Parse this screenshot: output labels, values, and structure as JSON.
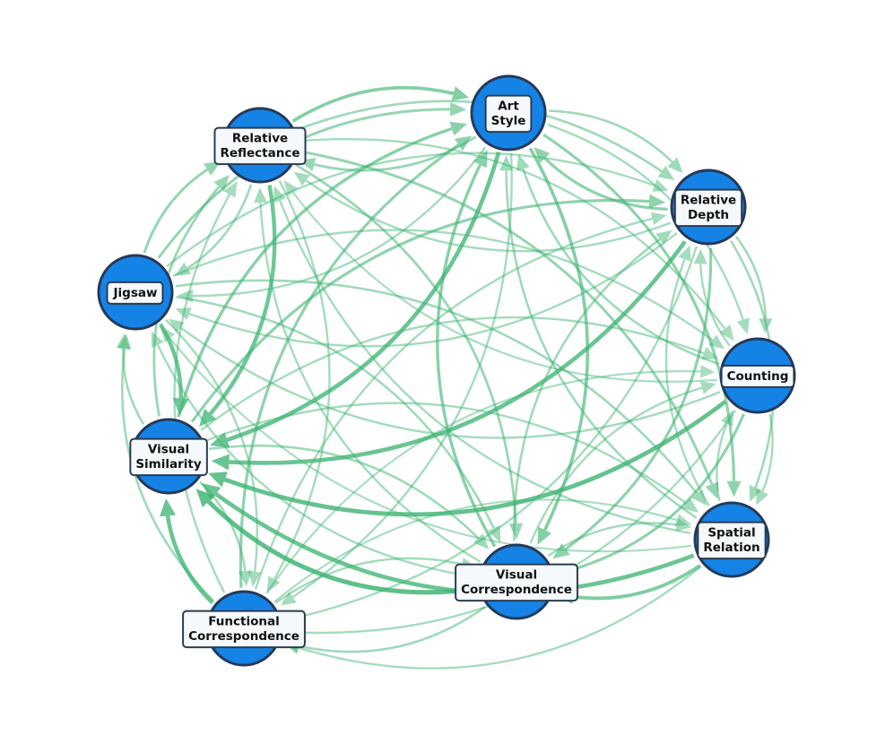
{
  "colors": {
    "edge": "#3cb371",
    "node_fill": "#1583e6",
    "node_stroke": "#243a58",
    "label_fill": "#f5f9fc",
    "label_stroke": "#2a3c52",
    "label_text": "#111111"
  },
  "diagram": {
    "nodes": [
      {
        "id": "art_style",
        "lines": [
          "Art",
          "Style"
        ]
      },
      {
        "id": "relative_reflectance",
        "lines": [
          "Relative",
          "Reflectance"
        ]
      },
      {
        "id": "relative_depth",
        "lines": [
          "Relative",
          "Depth"
        ]
      },
      {
        "id": "jigsaw",
        "lines": [
          "Jigsaw"
        ]
      },
      {
        "id": "counting",
        "lines": [
          "Counting"
        ]
      },
      {
        "id": "visual_similarity",
        "lines": [
          "Visual",
          "Similarity"
        ]
      },
      {
        "id": "spatial_relation",
        "lines": [
          "Spatial",
          "Relation"
        ]
      },
      {
        "id": "visual_correspondence",
        "lines": [
          "Visual",
          "Correspondence"
        ]
      },
      {
        "id": "functional_correspondence",
        "lines": [
          "Functional",
          "Correspondence"
        ]
      }
    ],
    "edges": [
      {
        "source": "art_style",
        "target": "relative_reflectance",
        "weight": 0.4
      },
      {
        "source": "art_style",
        "target": "relative_depth",
        "weight": 0.35
      },
      {
        "source": "art_style",
        "target": "jigsaw",
        "weight": 0.3
      },
      {
        "source": "art_style",
        "target": "counting",
        "weight": 0.3
      },
      {
        "source": "art_style",
        "target": "visual_similarity",
        "weight": 0.85
      },
      {
        "source": "art_style",
        "target": "spatial_relation",
        "weight": 0.5
      },
      {
        "source": "art_style",
        "target": "visual_correspondence",
        "weight": 0.6
      },
      {
        "source": "art_style",
        "target": "functional_correspondence",
        "weight": 0.3
      },
      {
        "source": "relative_reflectance",
        "target": "art_style",
        "weight": 0.6
      },
      {
        "source": "relative_reflectance",
        "target": "relative_depth",
        "weight": 0.35
      },
      {
        "source": "relative_reflectance",
        "target": "jigsaw",
        "weight": 0.35
      },
      {
        "source": "relative_reflectance",
        "target": "counting",
        "weight": 0.3
      },
      {
        "source": "relative_reflectance",
        "target": "visual_similarity",
        "weight": 0.8
      },
      {
        "source": "relative_reflectance",
        "target": "spatial_relation",
        "weight": 0.45
      },
      {
        "source": "relative_reflectance",
        "target": "visual_correspondence",
        "weight": 0.4
      },
      {
        "source": "relative_reflectance",
        "target": "functional_correspondence",
        "weight": 0.3
      },
      {
        "source": "relative_depth",
        "target": "art_style",
        "weight": 0.5
      },
      {
        "source": "relative_depth",
        "target": "relative_reflectance",
        "weight": 0.3
      },
      {
        "source": "relative_depth",
        "target": "jigsaw",
        "weight": 0.3
      },
      {
        "source": "relative_depth",
        "target": "counting",
        "weight": 0.35
      },
      {
        "source": "relative_depth",
        "target": "visual_similarity",
        "weight": 0.85
      },
      {
        "source": "relative_depth",
        "target": "spatial_relation",
        "weight": 0.35
      },
      {
        "source": "relative_depth",
        "target": "visual_correspondence",
        "weight": 0.5
      },
      {
        "source": "relative_depth",
        "target": "functional_correspondence",
        "weight": 0.3
      },
      {
        "source": "jigsaw",
        "target": "art_style",
        "weight": 0.45
      },
      {
        "source": "jigsaw",
        "target": "relative_reflectance",
        "weight": 0.45
      },
      {
        "source": "jigsaw",
        "target": "relative_depth",
        "weight": 0.3
      },
      {
        "source": "jigsaw",
        "target": "counting",
        "weight": 0.3
      },
      {
        "source": "jigsaw",
        "target": "visual_similarity",
        "weight": 0.8
      },
      {
        "source": "jigsaw",
        "target": "spatial_relation",
        "weight": 0.35
      },
      {
        "source": "jigsaw",
        "target": "visual_correspondence",
        "weight": 0.35
      },
      {
        "source": "jigsaw",
        "target": "functional_correspondence",
        "weight": 0.3
      },
      {
        "source": "counting",
        "target": "art_style",
        "weight": 0.35
      },
      {
        "source": "counting",
        "target": "relative_reflectance",
        "weight": 0.25
      },
      {
        "source": "counting",
        "target": "relative_depth",
        "weight": 0.3
      },
      {
        "source": "counting",
        "target": "jigsaw",
        "weight": 0.3
      },
      {
        "source": "counting",
        "target": "visual_similarity",
        "weight": 0.9
      },
      {
        "source": "counting",
        "target": "spatial_relation",
        "weight": 0.3
      },
      {
        "source": "counting",
        "target": "visual_correspondence",
        "weight": 0.5
      },
      {
        "source": "counting",
        "target": "functional_correspondence",
        "weight": 0.3
      },
      {
        "source": "visual_similarity",
        "target": "art_style",
        "weight": 0.55
      },
      {
        "source": "visual_similarity",
        "target": "relative_reflectance",
        "weight": 0.4
      },
      {
        "source": "visual_similarity",
        "target": "relative_depth",
        "weight": 0.5
      },
      {
        "source": "visual_similarity",
        "target": "jigsaw",
        "weight": 0.35
      },
      {
        "source": "visual_similarity",
        "target": "counting",
        "weight": 0.3
      },
      {
        "source": "visual_similarity",
        "target": "spatial_relation",
        "weight": 0.3
      },
      {
        "source": "visual_similarity",
        "target": "visual_correspondence",
        "weight": 0.35
      },
      {
        "source": "visual_similarity",
        "target": "functional_correspondence",
        "weight": 0.35
      },
      {
        "source": "spatial_relation",
        "target": "art_style",
        "weight": 0.35
      },
      {
        "source": "spatial_relation",
        "target": "relative_reflectance",
        "weight": 0.3
      },
      {
        "source": "spatial_relation",
        "target": "relative_depth",
        "weight": 0.3
      },
      {
        "source": "spatial_relation",
        "target": "jigsaw",
        "weight": 0.25
      },
      {
        "source": "spatial_relation",
        "target": "counting",
        "weight": 0.3
      },
      {
        "source": "spatial_relation",
        "target": "visual_similarity",
        "weight": 0.85
      },
      {
        "source": "spatial_relation",
        "target": "visual_correspondence",
        "weight": 0.65
      },
      {
        "source": "spatial_relation",
        "target": "functional_correspondence",
        "weight": 0.3
      },
      {
        "source": "visual_correspondence",
        "target": "art_style",
        "weight": 0.55
      },
      {
        "source": "visual_correspondence",
        "target": "relative_reflectance",
        "weight": 0.3
      },
      {
        "source": "visual_correspondence",
        "target": "relative_depth",
        "weight": 0.35
      },
      {
        "source": "visual_correspondence",
        "target": "jigsaw",
        "weight": 0.3
      },
      {
        "source": "visual_correspondence",
        "target": "counting",
        "weight": 0.3
      },
      {
        "source": "visual_correspondence",
        "target": "visual_similarity",
        "weight": 0.95
      },
      {
        "source": "visual_correspondence",
        "target": "spatial_relation",
        "weight": 0.3
      },
      {
        "source": "visual_correspondence",
        "target": "functional_correspondence",
        "weight": 0.35
      },
      {
        "source": "functional_correspondence",
        "target": "art_style",
        "weight": 0.5
      },
      {
        "source": "functional_correspondence",
        "target": "relative_reflectance",
        "weight": 0.3
      },
      {
        "source": "functional_correspondence",
        "target": "relative_depth",
        "weight": 0.3
      },
      {
        "source": "functional_correspondence",
        "target": "jigsaw",
        "weight": 0.35
      },
      {
        "source": "functional_correspondence",
        "target": "counting",
        "weight": 0.25
      },
      {
        "source": "functional_correspondence",
        "target": "visual_similarity",
        "weight": 0.85
      },
      {
        "source": "functional_correspondence",
        "target": "spatial_relation",
        "weight": 0.25
      },
      {
        "source": "functional_correspondence",
        "target": "visual_correspondence",
        "weight": 0.3
      }
    ]
  }
}
